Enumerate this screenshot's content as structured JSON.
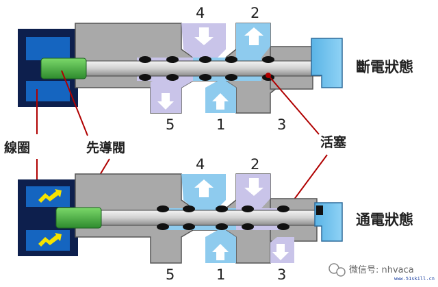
{
  "top_state": "斷電狀態",
  "bottom_state": "通電狀態",
  "labels": {
    "coil": "線圈",
    "pilot_valve": "先導閥",
    "piston": "活塞"
  },
  "top_ports": {
    "p4": "4",
    "p2": "2",
    "p5": "5",
    "p1": "1",
    "p3": "3"
  },
  "bottom_ports": {
    "p4": "4",
    "p2": "2",
    "p5": "5",
    "p1": "1",
    "p3": "3"
  },
  "watermark": {
    "text": "微信号: nhvaca",
    "site": "www.51skill.cn"
  },
  "colors": {
    "body": "#a9a9a9",
    "coil_block": "#0d1f4d",
    "coil_winding": "#1565c0",
    "energized_arrow": "#f6e300",
    "pilot_green": "#3cb043",
    "rod": "#d9d9d9",
    "seal": "#111111",
    "lavender": "#c9c4e9",
    "light_blue": "#8ecbee",
    "end_cap_blue": "#6fc0ea",
    "leader_red": "#b00000"
  }
}
